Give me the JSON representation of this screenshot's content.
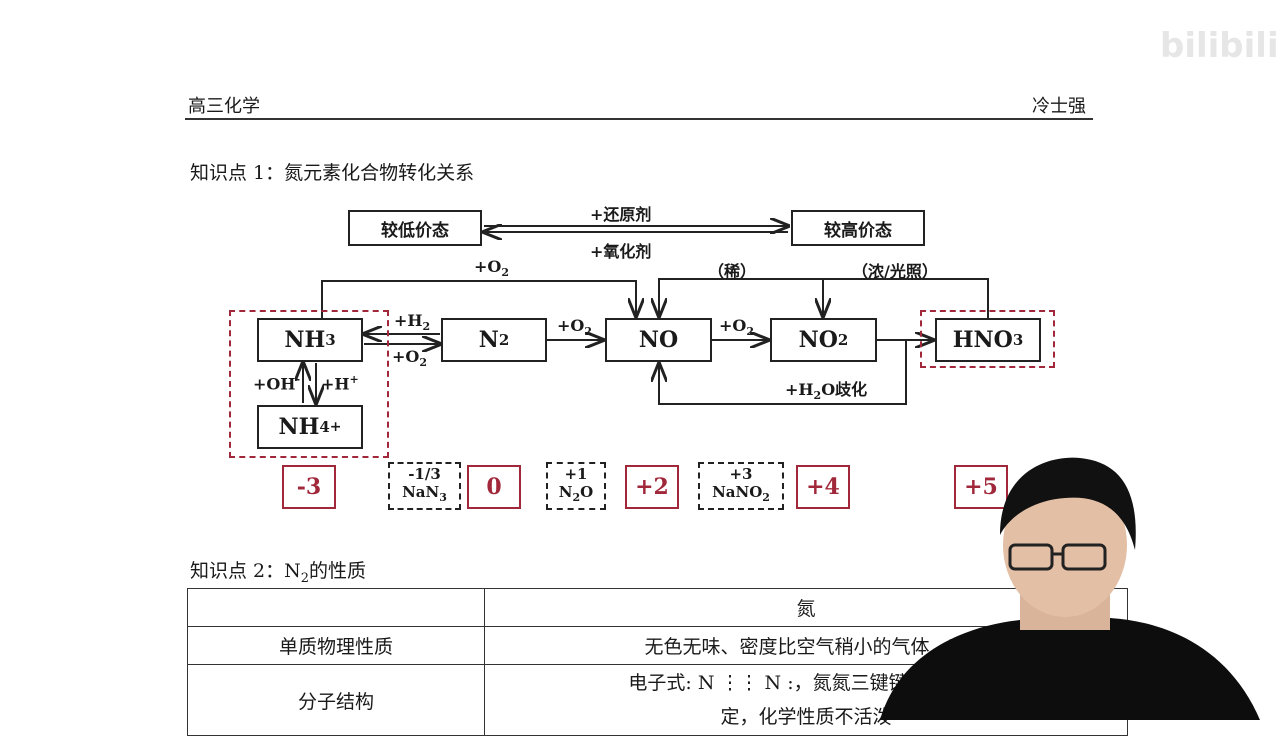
{
  "header": {
    "subject": "高三化学",
    "teacher": "冷士强"
  },
  "watermark": {
    "logo": "bilibili"
  },
  "kp1": {
    "title": "知识点 1：氮元素化合物转化关系",
    "legend": {
      "low": "较低价态",
      "high": "较高价态",
      "reducing": "+还原剂",
      "oxidizing": "+氧化剂"
    },
    "species": {
      "nh3": "NH",
      "nh3_sub": "3",
      "n2": "N",
      "n2_sub": "2",
      "no": "NO",
      "no2": "NO",
      "no2_sub": "2",
      "hno3_a": "HNO",
      "hno3_sub": "3",
      "nh4": "NH",
      "nh4_sub": "4",
      "nh4_sup": "+"
    },
    "labels": {
      "o2_top": "+O",
      "o2_top_sub": "2",
      "dilute": "（稀）",
      "conc": "（浓/光照）",
      "h2": "+H",
      "h2_sub": "2",
      "o2_nh3": "+O",
      "o2_nh3_sub": "2",
      "o2_n2": "+O",
      "o2_n2_sub": "2",
      "o2_no": "+O",
      "o2_no_sub": "2",
      "h2o": "+H",
      "h2o_sub": "2",
      "h2o_rest": "O歧化",
      "oh": "+OH",
      "oh_sup": "-",
      "h": "+H",
      "h_sup": "+"
    },
    "states": {
      "m3": "-3",
      "zero": "0",
      "p2": "+2",
      "p4": "+4",
      "p5": "+5"
    },
    "dashed": {
      "nan3_val": "-1/3",
      "nan3": "NaN",
      "nan3_sub": "3",
      "n2o_val": "+1",
      "n2o_a": "N",
      "n2o_sub": "2",
      "n2o_b": "O",
      "nano2_val": "+3",
      "nano2": "NaNO",
      "nano2_sub": "2"
    }
  },
  "kp2": {
    "title_a": "知识点 2：N",
    "title_sub": "2",
    "title_b": "的性质",
    "table": {
      "header": "氮",
      "row1_label": "单质物理性质",
      "row1_value": "无色无味、密度比空气稍小的气体，难",
      "row2_label": "分子结构",
      "row2_value": "电子式: N ⋮⋮ N :，氮氮三键键能大，用",
      "row2_value_2": "定，化学性质不活泼"
    }
  }
}
